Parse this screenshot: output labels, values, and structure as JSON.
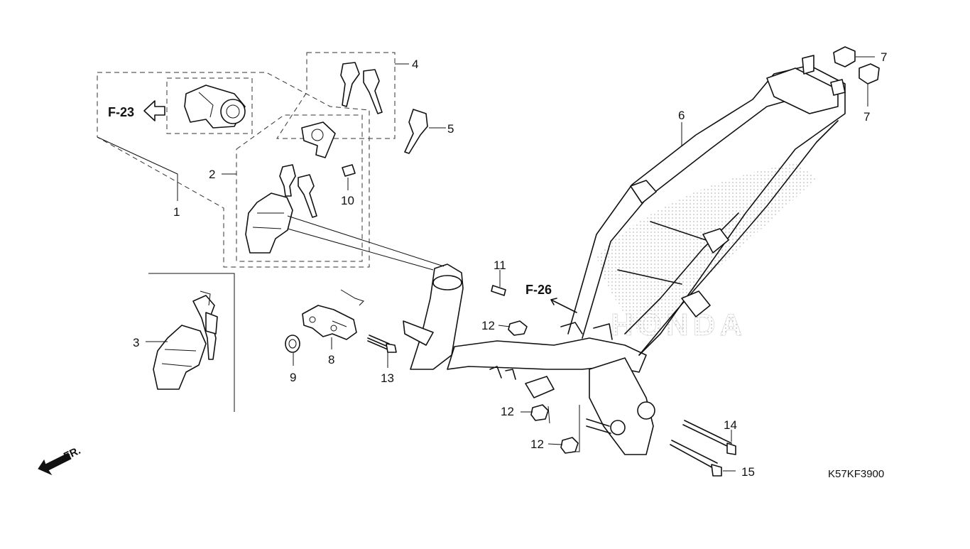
{
  "callouts": {
    "c1": "1",
    "c2": "2",
    "c3": "3",
    "c4": "4",
    "c5": "5",
    "c6": "6",
    "c7a": "7",
    "c7b": "7",
    "c8": "8",
    "c9": "9",
    "c10": "10",
    "c11": "11",
    "c12a": "12",
    "c12b": "12",
    "c12c": "12",
    "c13": "13",
    "c14": "14",
    "c15": "15"
  },
  "references": {
    "f23": "F-23",
    "f26": "F-26",
    "front": "FR."
  },
  "watermark": "HONDA",
  "diagram_code": "K57KF3900",
  "colors": {
    "line": "#111111",
    "dots": "#b5b5b5",
    "background": "#ffffff"
  }
}
